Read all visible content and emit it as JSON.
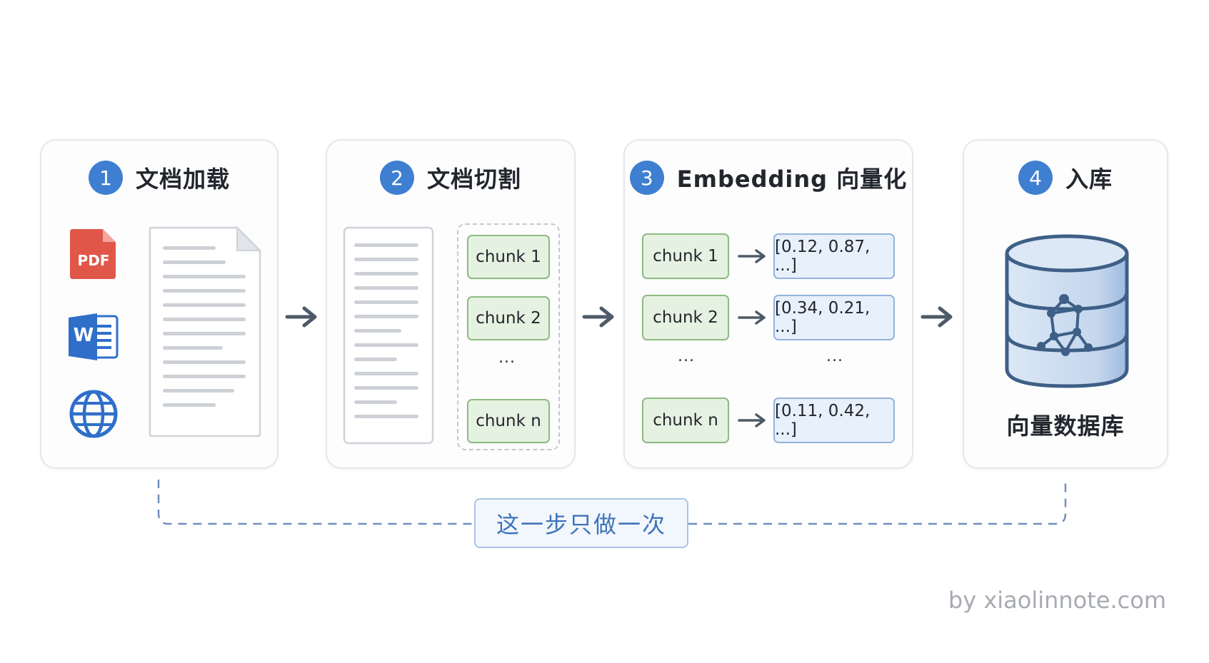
{
  "steps": [
    {
      "number": "1",
      "title": "文档加载"
    },
    {
      "number": "2",
      "title": "文档切割"
    },
    {
      "number": "3",
      "title": "Embedding 向量化"
    },
    {
      "number": "4",
      "title": "入库"
    }
  ],
  "load": {
    "pdf_label": "PDF",
    "word_label": "W"
  },
  "split": {
    "chunks": [
      "chunk 1",
      "chunk 2",
      "chunk n"
    ],
    "ellipsis": "..."
  },
  "embedding": {
    "rows": [
      {
        "chunk": "chunk 1",
        "vector": "[0.12, 0.87, ...]"
      },
      {
        "chunk": "chunk 2",
        "vector": "[0.34, 0.21, ...]"
      },
      {
        "chunk": "chunk n",
        "vector": "[0.11, 0.42, ...]"
      }
    ],
    "ellipsis_left": "...",
    "ellipsis_right": "..."
  },
  "store": {
    "db_label": "向量数据库"
  },
  "footer": {
    "once_label": "这一步只做一次",
    "watermark": "by xiaolinnote.com"
  },
  "colors": {
    "step_badge": "#3f7fd1",
    "chunk_fill": "#e6f2e1",
    "vector_fill": "#e8f0fb",
    "pdf_red": "#e0574a",
    "word_blue": "#2f6fc9",
    "db_blue": "#c8d9ee"
  }
}
